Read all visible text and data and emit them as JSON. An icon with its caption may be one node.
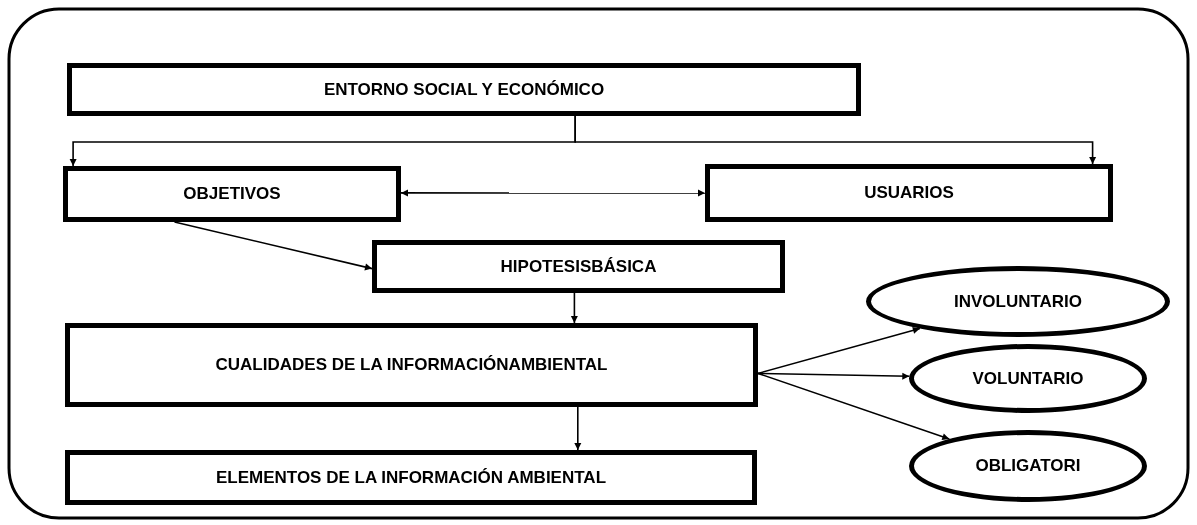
{
  "diagram": {
    "nodes": [
      {
        "text": [
          "ENTORNO SOCIAL Y ECONÓMICO"
        ]
      },
      {
        "text": [
          "OBJETIVOS"
        ]
      },
      {
        "text": [
          "USUARIOS"
        ]
      },
      {
        "text": [
          "HIPOTESISBÁSICA"
        ]
      },
      {
        "text": [
          "CUALIDADES DE LA INFORMACIÓNAMBIENTAL"
        ]
      },
      {
        "text": [
          "ELEMENTOS DE LA INFORMACIÓN AMBIENTAL"
        ]
      },
      {
        "text": [
          "INVOLUNTARIO"
        ]
      },
      {
        "text": [
          "VOLUNTARIO"
        ]
      },
      {
        "text": [
          "OBLIGATORI"
        ]
      }
    ],
    "edges": [
      {
        "from": 0,
        "to": 1,
        "arrow": "to"
      },
      {
        "from": 0,
        "to": 2,
        "arrow": "to"
      },
      {
        "from": 1,
        "to": 2,
        "arrow": "both"
      },
      {
        "from": 1,
        "to": 3,
        "arrow": "to"
      },
      {
        "from": 3,
        "to": 4,
        "arrow": "to"
      },
      {
        "from": 4,
        "to": 5,
        "arrow": "to"
      },
      {
        "from": 4,
        "to": 6,
        "arrow": "to"
      },
      {
        "from": 4,
        "to": 7,
        "arrow": "to"
      },
      {
        "from": 4,
        "to": 8,
        "arrow": "to"
      }
    ]
  }
}
